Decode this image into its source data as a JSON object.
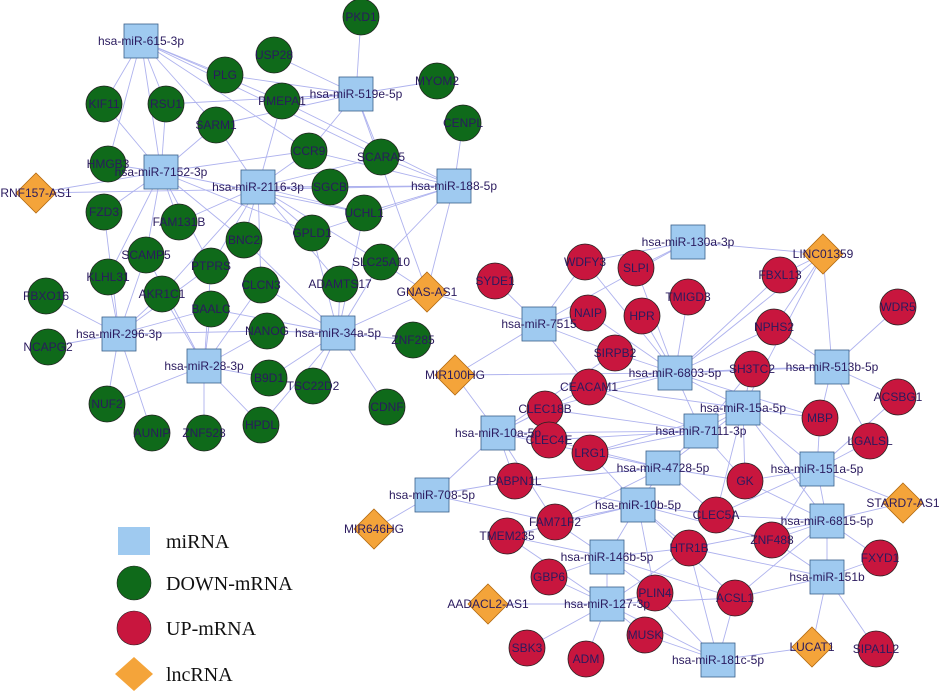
{
  "colors": {
    "mirna": "#9fcaf0",
    "down": "#0f6a1a",
    "up": "#c8163e",
    "lnc": "#f4a43a",
    "edge": "#aeb2ee",
    "label": "#2a1a5e"
  },
  "legend": [
    {
      "type": "mirna",
      "label": "miRNA"
    },
    {
      "type": "down",
      "label": "DOWN-mRNA"
    },
    {
      "type": "up",
      "label": "UP-mRNA"
    },
    {
      "type": "lnc",
      "label": "lncRNA"
    }
  ],
  "nodes": [
    {
      "id": "m615",
      "label": "hsa-miR-615-3p",
      "type": "mirna"
    },
    {
      "id": "m519",
      "label": "hsa-miR-519e-5p",
      "type": "mirna"
    },
    {
      "id": "m7152",
      "label": "hsa-miR-7152-3p",
      "type": "mirna"
    },
    {
      "id": "m2116",
      "label": "hsa-miR-2116-3p",
      "type": "mirna"
    },
    {
      "id": "m188",
      "label": "hsa-miR-188-5p",
      "type": "mirna"
    },
    {
      "id": "m296",
      "label": "hsa-miR-296-3p",
      "type": "mirna"
    },
    {
      "id": "m28",
      "label": "hsa-miR-28-3p",
      "type": "mirna"
    },
    {
      "id": "m34a",
      "label": "hsa-miR-34a-5p",
      "type": "mirna"
    },
    {
      "id": "m130a",
      "label": "hsa-miR-130a-3p",
      "type": "mirna"
    },
    {
      "id": "m7515",
      "label": "hsa-miR-7515",
      "type": "mirna"
    },
    {
      "id": "m6803",
      "label": "hsa-miR-6803-5p",
      "type": "mirna"
    },
    {
      "id": "m513b",
      "label": "hsa-miR-513b-5p",
      "type": "mirna"
    },
    {
      "id": "m15a",
      "label": "hsa-miR-15a-5p",
      "type": "mirna"
    },
    {
      "id": "m10a",
      "label": "hsa-miR-10a-5p",
      "type": "mirna"
    },
    {
      "id": "m7111",
      "label": "hsa-miR-7111-3p",
      "type": "mirna"
    },
    {
      "id": "m4728",
      "label": "hsa-miR-4728-5p",
      "type": "mirna"
    },
    {
      "id": "m151a",
      "label": "hsa-miR-151a-5p",
      "type": "mirna"
    },
    {
      "id": "m708",
      "label": "hsa-miR-708-5p",
      "type": "mirna"
    },
    {
      "id": "m10b",
      "label": "hsa-miR-10b-5p",
      "type": "mirna"
    },
    {
      "id": "m6815",
      "label": "hsa-miR-6815-5p",
      "type": "mirna"
    },
    {
      "id": "m146b",
      "label": "hsa-miR-146b-5p",
      "type": "mirna"
    },
    {
      "id": "m151b",
      "label": "hsa-miR-151b",
      "type": "mirna"
    },
    {
      "id": "m127",
      "label": "hsa-miR-127-3p",
      "type": "mirna"
    },
    {
      "id": "m181c",
      "label": "hsa-miR-181c-5p",
      "type": "mirna"
    },
    {
      "id": "RNF157",
      "label": "RNF157-AS1",
      "type": "lnc"
    },
    {
      "id": "GNAS",
      "label": "GNAS-AS1",
      "type": "lnc"
    },
    {
      "id": "LINC01359",
      "label": "LINC01359",
      "type": "lnc"
    },
    {
      "id": "MIR100HG",
      "label": "MIR100HG",
      "type": "lnc"
    },
    {
      "id": "STARD7",
      "label": "STARD7-AS1",
      "type": "lnc"
    },
    {
      "id": "MIR646HG",
      "label": "MIR646HG",
      "type": "lnc"
    },
    {
      "id": "AADACL2",
      "label": "AADACL2-AS1",
      "type": "lnc"
    },
    {
      "id": "LUCAT1",
      "label": "LUCAT1",
      "type": "lnc"
    },
    {
      "id": "PKD1",
      "label": "PKD1",
      "type": "down"
    },
    {
      "id": "USP28",
      "label": "USP28",
      "type": "down"
    },
    {
      "id": "PLG",
      "label": "PLG",
      "type": "down"
    },
    {
      "id": "MYOM2",
      "label": "MYOM2",
      "type": "down"
    },
    {
      "id": "KIF11",
      "label": "KIF11",
      "type": "down"
    },
    {
      "id": "RSU1",
      "label": "RSU1",
      "type": "down"
    },
    {
      "id": "PMEPA1",
      "label": "PMEPA1",
      "type": "down"
    },
    {
      "id": "SARM1",
      "label": "SARM1",
      "type": "down"
    },
    {
      "id": "CENPL",
      "label": "CENPL",
      "type": "down"
    },
    {
      "id": "HMGB3",
      "label": "HMGB3",
      "type": "down"
    },
    {
      "id": "CCR9",
      "label": "CCR9",
      "type": "down"
    },
    {
      "id": "SCARA5",
      "label": "SCARA5",
      "type": "down"
    },
    {
      "id": "SGCB",
      "label": "SGCB",
      "type": "down"
    },
    {
      "id": "FZD3",
      "label": "FZD3",
      "type": "down"
    },
    {
      "id": "FAM131B",
      "label": "FAM131B",
      "type": "down"
    },
    {
      "id": "UCHL1",
      "label": "UCHL1",
      "type": "down"
    },
    {
      "id": "SCAMP5",
      "label": "SCAMP5",
      "type": "down"
    },
    {
      "id": "BNC2",
      "label": "BNC2",
      "type": "down"
    },
    {
      "id": "GPLD1",
      "label": "GPLD1",
      "type": "down"
    },
    {
      "id": "PTPRS",
      "label": "PTPRS",
      "type": "down"
    },
    {
      "id": "SLC25A10",
      "label": "SLC25A10",
      "type": "down"
    },
    {
      "id": "KLHL31",
      "label": "KLHL31",
      "type": "down"
    },
    {
      "id": "FBXO16",
      "label": "FBXO16",
      "type": "down"
    },
    {
      "id": "AKR1C1",
      "label": "AKR1C1",
      "type": "down"
    },
    {
      "id": "CLCN3",
      "label": "CLCN3",
      "type": "down"
    },
    {
      "id": "ADAMTS17",
      "label": "ADAMTS17",
      "type": "down"
    },
    {
      "id": "BAALC",
      "label": "BAALC",
      "type": "down"
    },
    {
      "id": "NANOG",
      "label": "NANOG",
      "type": "down"
    },
    {
      "id": "NCAPG2",
      "label": "NCAPG2",
      "type": "down"
    },
    {
      "id": "ZNF285",
      "label": "ZNF285",
      "type": "down"
    },
    {
      "id": "B9D1",
      "label": "B9D1",
      "type": "down"
    },
    {
      "id": "TSC22D2",
      "label": "TSC22D2",
      "type": "down"
    },
    {
      "id": "CDNF",
      "label": "CDNF",
      "type": "down"
    },
    {
      "id": "NUF2",
      "label": "NUF2",
      "type": "down"
    },
    {
      "id": "AUNIP",
      "label": "AUNIP",
      "type": "down"
    },
    {
      "id": "ZNF528",
      "label": "ZNF528",
      "type": "down"
    },
    {
      "id": "HPDL",
      "label": "HPDL",
      "type": "down"
    },
    {
      "id": "SYDE1",
      "label": "SYDE1",
      "type": "up"
    },
    {
      "id": "WDFY3",
      "label": "WDFY3",
      "type": "up"
    },
    {
      "id": "SLPI",
      "label": "SLPI",
      "type": "up"
    },
    {
      "id": "FBXL13",
      "label": "FBXL13",
      "type": "up"
    },
    {
      "id": "TMIGD3",
      "label": "TMIGD3",
      "type": "up"
    },
    {
      "id": "WDR5",
      "label": "WDR5",
      "type": "up"
    },
    {
      "id": "NAIP",
      "label": "NAIP",
      "type": "up"
    },
    {
      "id": "HPR",
      "label": "HPR",
      "type": "up"
    },
    {
      "id": "NPHS2",
      "label": "NPHS2",
      "type": "up"
    },
    {
      "id": "SIRPB2",
      "label": "SIRPB2",
      "type": "up"
    },
    {
      "id": "SH3TC2",
      "label": "SH3TC2",
      "type": "up"
    },
    {
      "id": "CEACAM1",
      "label": "CEACAM1",
      "type": "up"
    },
    {
      "id": "ACSBG1",
      "label": "ACSBG1",
      "type": "up"
    },
    {
      "id": "CLEC18B",
      "label": "CLEC18B",
      "type": "up"
    },
    {
      "id": "MBP",
      "label": "MBP",
      "type": "up"
    },
    {
      "id": "CLEC4E",
      "label": "CLEC4E",
      "type": "up"
    },
    {
      "id": "LGALSL",
      "label": "LGALSL",
      "type": "up"
    },
    {
      "id": "GK",
      "label": "GK",
      "type": "up"
    },
    {
      "id": "PABPN1L",
      "label": "PABPN1L",
      "type": "up"
    },
    {
      "id": "LRG1",
      "label": "LRG1",
      "type": "up"
    },
    {
      "id": "CLEC5A",
      "label": "CLEC5A",
      "type": "up"
    },
    {
      "id": "FAM71F2",
      "label": "FAM71F2",
      "type": "up"
    },
    {
      "id": "ZNF488",
      "label": "ZNF488",
      "type": "up"
    },
    {
      "id": "TMEM235",
      "label": "TMEM235",
      "type": "up"
    },
    {
      "id": "HTR1B",
      "label": "HTR1B",
      "type": "up"
    },
    {
      "id": "FXYD1",
      "label": "FXYD1",
      "type": "up"
    },
    {
      "id": "GBP6",
      "label": "GBP6",
      "type": "up"
    },
    {
      "id": "PLIN4",
      "label": "PLIN4",
      "type": "up"
    },
    {
      "id": "ACSL1",
      "label": "ACSL1",
      "type": "up"
    },
    {
      "id": "SBK3",
      "label": "SBK3",
      "type": "up"
    },
    {
      "id": "ADM",
      "label": "ADM",
      "type": "up"
    },
    {
      "id": "MUSK",
      "label": "MUSK",
      "type": "up"
    },
    {
      "id": "SIPA1L2",
      "label": "SIPA1L2",
      "type": "up"
    }
  ],
  "edges": [
    [
      "m615",
      "KIF11"
    ],
    [
      "m615",
      "RSU1"
    ],
    [
      "m615",
      "SARM1"
    ],
    [
      "m615",
      "PMEPA1"
    ],
    [
      "m615",
      "CCR9"
    ],
    [
      "m615",
      "HMGB3"
    ],
    [
      "m615",
      "SCARA5"
    ],
    [
      "m615",
      "m7152"
    ],
    [
      "m615",
      "PLG"
    ],
    [
      "m519",
      "PKD1"
    ],
    [
      "m519",
      "USP28"
    ],
    [
      "m519",
      "PLG"
    ],
    [
      "m519",
      "MYOM2"
    ],
    [
      "m519",
      "PMEPA1"
    ],
    [
      "m519",
      "SARM1"
    ],
    [
      "m519",
      "CCR9"
    ],
    [
      "m519",
      "SCARA5"
    ],
    [
      "m519",
      "GNAS"
    ],
    [
      "m519",
      "RSU1"
    ],
    [
      "m7152",
      "RNF157"
    ],
    [
      "m7152",
      "HMGB3"
    ],
    [
      "m7152",
      "FZD3"
    ],
    [
      "m7152",
      "FAM131B"
    ],
    [
      "m7152",
      "SCAMP5"
    ],
    [
      "m7152",
      "KLHL31"
    ],
    [
      "m7152",
      "SARM1"
    ],
    [
      "m7152",
      "RSU1"
    ],
    [
      "m7152",
      "KIF11"
    ],
    [
      "m7152",
      "BNC2"
    ],
    [
      "m7152",
      "PTPRS"
    ],
    [
      "m7152",
      "GPLD1"
    ],
    [
      "m7152",
      "CCR9"
    ],
    [
      "m7152",
      "UCHL1"
    ],
    [
      "m2116",
      "SARM1"
    ],
    [
      "m2116",
      "CCR9"
    ],
    [
      "m2116",
      "SGCB"
    ],
    [
      "m2116",
      "FAM131B"
    ],
    [
      "m2116",
      "BNC2"
    ],
    [
      "m2116",
      "GPLD1"
    ],
    [
      "m2116",
      "UCHL1"
    ],
    [
      "m2116",
      "PTPRS"
    ],
    [
      "m2116",
      "CLCN3"
    ],
    [
      "m2116",
      "SCARA5"
    ],
    [
      "m2116",
      "PMEPA1"
    ],
    [
      "m2116",
      "ADAMTS17"
    ],
    [
      "m2116",
      "SLC25A10"
    ],
    [
      "m2116",
      "AKR1C1"
    ],
    [
      "m188",
      "CENPL"
    ],
    [
      "m188",
      "SCARA5"
    ],
    [
      "m188",
      "UCHL1"
    ],
    [
      "m188",
      "SLC25A10"
    ],
    [
      "m188",
      "GNAS"
    ],
    [
      "m188",
      "SGCB"
    ],
    [
      "m188",
      "CCR9"
    ],
    [
      "m188",
      "PMEPA1"
    ],
    [
      "m188",
      "GPLD1"
    ],
    [
      "m188",
      "m2116"
    ],
    [
      "m188",
      "RNF157"
    ],
    [
      "m296",
      "FBXO16"
    ],
    [
      "m296",
      "NCAPG2"
    ],
    [
      "m296",
      "NUF2"
    ],
    [
      "m296",
      "AUNIP"
    ],
    [
      "m296",
      "AKR1C1"
    ],
    [
      "m296",
      "KLHL31"
    ],
    [
      "m296",
      "SCAMP5"
    ],
    [
      "m296",
      "BAALC"
    ],
    [
      "m296",
      "NANOG"
    ],
    [
      "m296",
      "FZD3"
    ],
    [
      "m296",
      "PTPRS"
    ],
    [
      "m28",
      "BAALC"
    ],
    [
      "m28",
      "NANOG"
    ],
    [
      "m28",
      "AKR1C1"
    ],
    [
      "m28",
      "ZNF528"
    ],
    [
      "m28",
      "HPDL"
    ],
    [
      "m28",
      "CLCN3"
    ],
    [
      "m28",
      "B9D1"
    ],
    [
      "m28",
      "PTPRS"
    ],
    [
      "m28",
      "NUF2"
    ],
    [
      "m28",
      "SCAMP5"
    ],
    [
      "m34a",
      "GNAS"
    ],
    [
      "m34a",
      "ADAMTS17"
    ],
    [
      "m34a",
      "NANOG"
    ],
    [
      "m34a",
      "ZNF285"
    ],
    [
      "m34a",
      "B9D1"
    ],
    [
      "m34a",
      "TSC22D2"
    ],
    [
      "m34a",
      "CDNF"
    ],
    [
      "m34a",
      "HPDL"
    ],
    [
      "m34a",
      "SLC25A10"
    ],
    [
      "m34a",
      "BNC2"
    ],
    [
      "m34a",
      "GPLD1"
    ],
    [
      "m34a",
      "CLCN3"
    ],
    [
      "m34a",
      "BAALC"
    ],
    [
      "m34a",
      "UCHL1"
    ],
    [
      "GNAS",
      "SLC25A10"
    ],
    [
      "GNAS",
      "m7515"
    ],
    [
      "m130a",
      "LINC01359"
    ],
    [
      "m130a",
      "WDFY3"
    ],
    [
      "m130a",
      "m7515"
    ],
    [
      "m130a",
      "SLPI"
    ],
    [
      "LINC01359",
      "m6803"
    ],
    [
      "LINC01359",
      "m513b"
    ],
    [
      "LINC01359",
      "NPHS2"
    ],
    [
      "LINC01359",
      "FBXL13"
    ],
    [
      "LINC01359",
      "m15a"
    ],
    [
      "m7515",
      "SYDE1"
    ],
    [
      "m7515",
      "WDFY3"
    ],
    [
      "m7515",
      "MIR100HG"
    ],
    [
      "m7515",
      "SIRPB2"
    ],
    [
      "m7515",
      "NAIP"
    ],
    [
      "m7515",
      "CEACAM1"
    ],
    [
      "m6803",
      "WDFY3"
    ],
    [
      "m6803",
      "SLPI"
    ],
    [
      "m6803",
      "TMIGD3"
    ],
    [
      "m6803",
      "FBXL13"
    ],
    [
      "m6803",
      "NAIP"
    ],
    [
      "m6803",
      "HPR"
    ],
    [
      "m6803",
      "NPHS2"
    ],
    [
      "m6803",
      "SIRPB2"
    ],
    [
      "m6803",
      "SH3TC2"
    ],
    [
      "m6803",
      "CEACAM1"
    ],
    [
      "m6803",
      "MIR100HG"
    ],
    [
      "m6803",
      "CLEC18B"
    ],
    [
      "m6803",
      "m7111"
    ],
    [
      "m6803",
      "MBP"
    ],
    [
      "m6803",
      "m15a"
    ],
    [
      "m513b",
      "WDR5"
    ],
    [
      "m513b",
      "NPHS2"
    ],
    [
      "m513b",
      "SH3TC2"
    ],
    [
      "m513b",
      "ACSBG1"
    ],
    [
      "m513b",
      "LGALSL"
    ],
    [
      "m513b",
      "MBP"
    ],
    [
      "m513b",
      "m6803"
    ],
    [
      "m15a",
      "SH3TC2"
    ],
    [
      "m15a",
      "MBP"
    ],
    [
      "m15a",
      "CEACAM1"
    ],
    [
      "m15a",
      "GK"
    ],
    [
      "m15a",
      "LRG1"
    ],
    [
      "m15a",
      "m4728"
    ],
    [
      "m15a",
      "m6815"
    ],
    [
      "m15a",
      "CLEC5A"
    ],
    [
      "m10a",
      "MIR100HG"
    ],
    [
      "m10a",
      "CLEC18B"
    ],
    [
      "m10a",
      "CLEC4E"
    ],
    [
      "m10a",
      "PABPN1L"
    ],
    [
      "m10a",
      "CEACAM1"
    ],
    [
      "m10a",
      "LRG1"
    ],
    [
      "m10a",
      "SIRPB2"
    ],
    [
      "m10a",
      "m708"
    ],
    [
      "m10a",
      "m7111"
    ],
    [
      "m10a",
      "FAM71F2"
    ],
    [
      "m7111",
      "CEACAM1"
    ],
    [
      "m7111",
      "CLEC4E"
    ],
    [
      "m7111",
      "LRG1"
    ],
    [
      "m7111",
      "GK"
    ],
    [
      "m7111",
      "CLEC18B"
    ],
    [
      "m7111",
      "m15a"
    ],
    [
      "m7111",
      "m4728"
    ],
    [
      "m7111",
      "SH3TC2"
    ],
    [
      "m4728",
      "LRG1"
    ],
    [
      "m4728",
      "PABPN1L"
    ],
    [
      "m4728",
      "FAM71F2"
    ],
    [
      "m4728",
      "CLEC5A"
    ],
    [
      "m4728",
      "GK"
    ],
    [
      "m4728",
      "m10b"
    ],
    [
      "m4728",
      "CLEC4E"
    ],
    [
      "m151a",
      "GK"
    ],
    [
      "m151a",
      "LGALSL"
    ],
    [
      "m151a",
      "MBP"
    ],
    [
      "m151a",
      "STARD7"
    ],
    [
      "m151a",
      "ZNF488"
    ],
    [
      "m151a",
      "m6815"
    ],
    [
      "m151a",
      "CLEC5A"
    ],
    [
      "m151a",
      "m15a"
    ],
    [
      "m151a",
      "ACSBG1"
    ],
    [
      "m708",
      "MIR646HG"
    ],
    [
      "m708",
      "PABPN1L"
    ],
    [
      "m708",
      "FAM71F2"
    ],
    [
      "m10b",
      "FAM71F2"
    ],
    [
      "m10b",
      "TMEM235"
    ],
    [
      "m10b",
      "HTR1B"
    ],
    [
      "m10b",
      "CLEC5A"
    ],
    [
      "m10b",
      "PLIN4"
    ],
    [
      "m10b",
      "ACSL1"
    ],
    [
      "m10b",
      "ZNF488"
    ],
    [
      "m10b",
      "LRG1"
    ],
    [
      "m10b",
      "m146b"
    ],
    [
      "m10b",
      "PABPN1L"
    ],
    [
      "m6815",
      "STARD7"
    ],
    [
      "m6815",
      "ZNF488"
    ],
    [
      "m6815",
      "FXYD1"
    ],
    [
      "m6815",
      "m151b"
    ],
    [
      "m6815",
      "HTR1B"
    ],
    [
      "m6815",
      "ACSL1"
    ],
    [
      "m6815",
      "CLEC5A"
    ],
    [
      "m6815",
      "GK"
    ],
    [
      "m146b",
      "GBP6"
    ],
    [
      "m146b",
      "TMEM235"
    ],
    [
      "m146b",
      "HTR1B"
    ],
    [
      "m146b",
      "m127"
    ],
    [
      "m146b",
      "ACSL1"
    ],
    [
      "m146b",
      "FAM71F2"
    ],
    [
      "m146b",
      "PLIN4"
    ],
    [
      "m151b",
      "LUCAT1"
    ],
    [
      "m151b",
      "SIPA1L2"
    ],
    [
      "m151b",
      "FXYD1"
    ],
    [
      "m151b",
      "ACSL1"
    ],
    [
      "m151b",
      "ZNF488"
    ],
    [
      "m151b",
      "HTR1B"
    ],
    [
      "m127",
      "AADACL2"
    ],
    [
      "m127",
      "GBP6"
    ],
    [
      "m127",
      "SBK3"
    ],
    [
      "m127",
      "ADM"
    ],
    [
      "m127",
      "MUSK"
    ],
    [
      "m127",
      "PLIN4"
    ],
    [
      "m127",
      "HTR1B"
    ],
    [
      "m127",
      "ACSL1"
    ],
    [
      "m127",
      "TMEM235"
    ],
    [
      "m181c",
      "MUSK"
    ],
    [
      "m181c",
      "LUCAT1"
    ],
    [
      "m181c",
      "ACSL1"
    ],
    [
      "m181c",
      "HTR1B"
    ],
    [
      "m181c",
      "PLIN4"
    ],
    [
      "m181c",
      "m127"
    ]
  ]
}
